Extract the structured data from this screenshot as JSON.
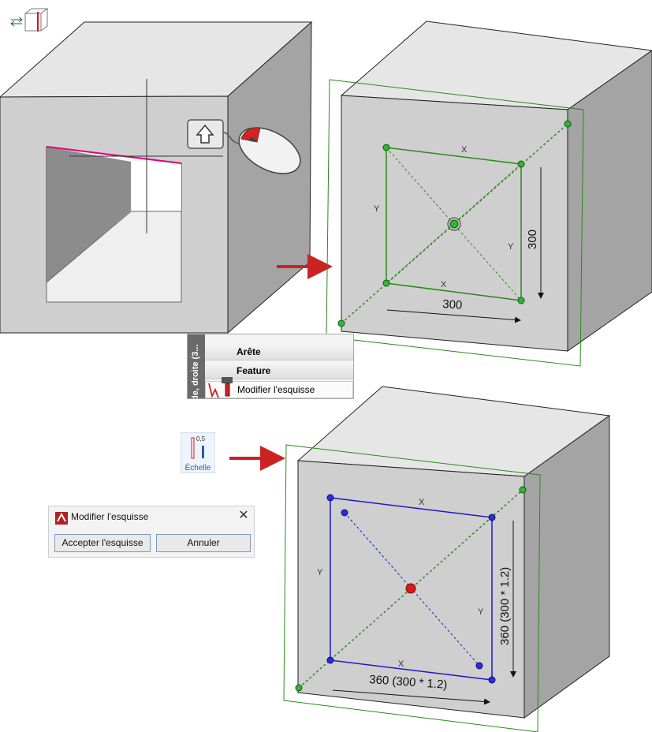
{
  "context_menu": {
    "side_label": "de, droite (3...",
    "header_1": "Arête",
    "header_2": "Feature",
    "item": "Modifier l'esquisse"
  },
  "scale_button": {
    "label": "Échelle",
    "value_label": "0,5"
  },
  "dialog": {
    "title": "Modifier l'esquisse",
    "close_glyph": "✕",
    "accept_label": "Accepter l'esquisse",
    "cancel_label": "Annuler"
  },
  "sketch_1": {
    "dim_horizontal": "300",
    "dim_vertical": "300"
  },
  "sketch_2": {
    "dim_horizontal": "360 (300 * 1.2)",
    "dim_vertical": "360 (300 * 1.2)"
  },
  "constraint_labels": {
    "x": "X",
    "y": "Y"
  },
  "colors": {
    "sketch_original": "#2a8a1a",
    "sketch_scaled": "#1a1acc",
    "arrow": "#cc2222",
    "magenta": "#e0007a"
  },
  "icons": [
    "swap-view-icon",
    "shift-key-icon",
    "mouse-icon",
    "red-arrow-icon",
    "sketch-edit-icon",
    "scale-icon",
    "app-logo-icon",
    "close-icon"
  ]
}
